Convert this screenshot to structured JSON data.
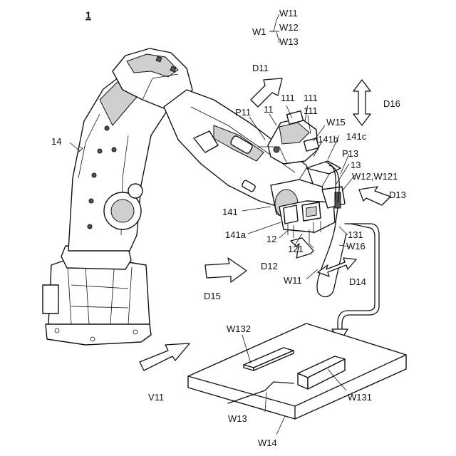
{
  "figure_number": "1",
  "robot": {
    "label": "14"
  },
  "workpiece_group": {
    "label": "W1",
    "members": [
      "W11",
      "W12",
      "W13"
    ]
  },
  "labels": {
    "d11": "D11",
    "d12": "D12",
    "d13": "D13",
    "d14": "D14",
    "d15": "D15",
    "d16": "D16",
    "p11": "P11",
    "p13": "P13",
    "n11": "11",
    "n111a": "111",
    "n111b": "111",
    "n111c": "111",
    "n12": "12",
    "n121": "121",
    "n13": "13",
    "n131": "131",
    "n141": "141",
    "n141a": "141a",
    "n141b": "141b",
    "n141c": "141c",
    "w11": "W11",
    "w12_w121": "W12,W121",
    "w13": "W13",
    "w131": "W131",
    "w132": "W132",
    "w14": "W14",
    "w15": "W15",
    "w16": "W16",
    "v11": "V11"
  }
}
